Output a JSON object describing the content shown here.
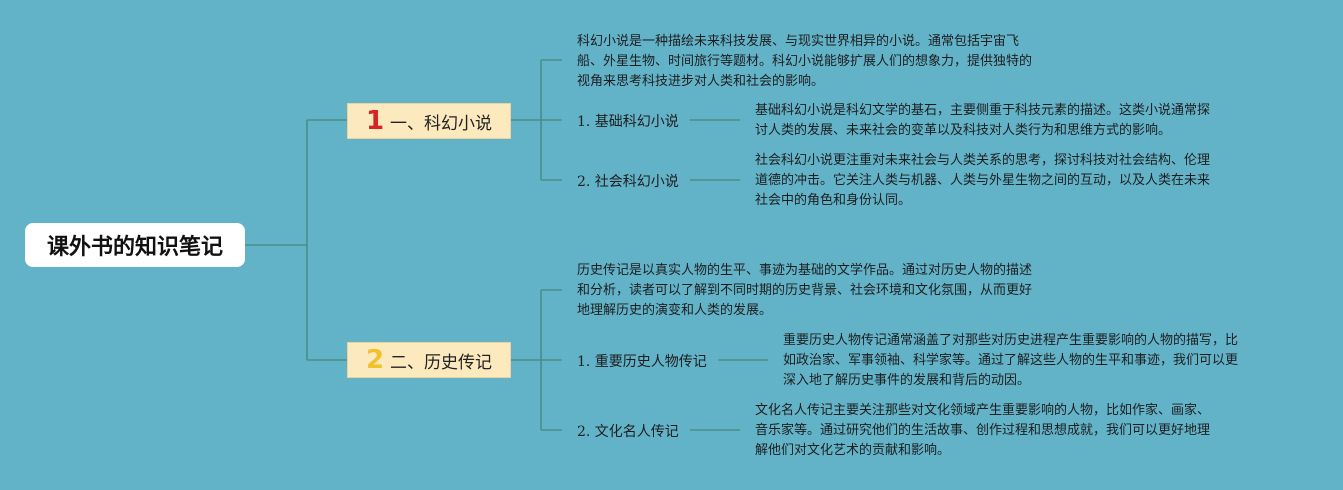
{
  "root": {
    "title": "课外书的知识笔记"
  },
  "branches": [
    {
      "num": "1",
      "num_color": "#d8232a",
      "title": "一、科幻小说",
      "intro": [
        "科幻小说是一种描绘未来科技发展、与现实世界相异的小说。通常包括宇宙飞",
        "船、外星生物、时间旅行等题材。科幻小说能够扩展人们的想象力，提供独特的",
        "视角来思考科技进步对人类和社会的影响。"
      ],
      "children": [
        {
          "label": "1. 基础科幻小说",
          "desc": [
            "基础科幻小说是科幻文学的基石，主要侧重于科技元素的描述。这类小说通常探",
            "讨人类的发展、未来社会的变革以及科技对人类行为和思维方式的影响。"
          ]
        },
        {
          "label": "2. 社会科幻小说",
          "desc": [
            "社会科幻小说更注重对未来社会与人类关系的思考，探讨科技对社会结构、伦理",
            "道德的冲击。它关注人类与机器、人类与外星生物之间的互动，以及人类在未来",
            "社会中的角色和身份认同。"
          ]
        }
      ]
    },
    {
      "num": "2",
      "num_color": "#f2c12e",
      "title": "二、历史传记",
      "intro": [
        "历史传记是以真实人物的生平、事迹为基础的文学作品。通过对历史人物的描述",
        "和分析，读者可以了解到不同时期的历史背景、社会环境和文化氛围，从而更好",
        "地理解历史的演变和人类的发展。"
      ],
      "children": [
        {
          "label": "1. 重要历史人物传记",
          "desc": [
            "重要历史人物传记通常涵盖了对那些对历史进程产生重要影响的人物的描写，比",
            "如政治家、军事领袖、科学家等。通过了解这些人物的生平和事迹，我们可以更",
            "深入地了解历史事件的发展和背后的动因。"
          ]
        },
        {
          "label": "2. 文化名人传记",
          "desc": [
            "文化名人传记主要关注那些对文化领域产生重要影响的人物，比如作家、画家、",
            "音乐家等。通过研究他们的生活故事、创作过程和思想成就，我们可以更好地理",
            "解他们对文化艺术的贡献和影响。"
          ]
        }
      ]
    }
  ]
}
